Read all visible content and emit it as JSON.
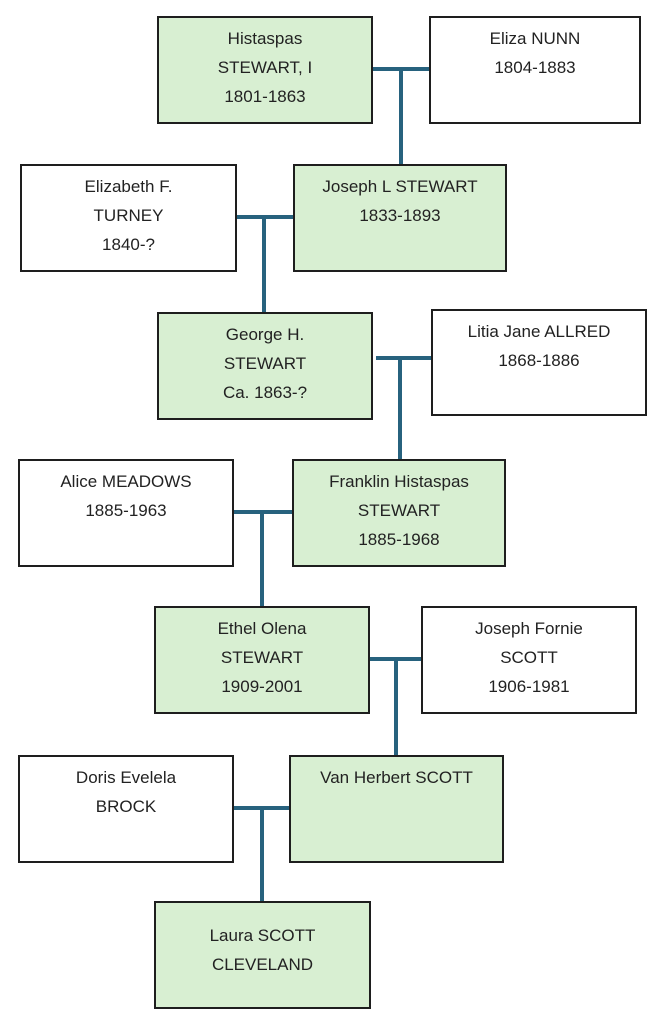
{
  "people": [
    {
      "id": "histaspas",
      "lines": [
        "Histaspas",
        "STEWART, I",
        "1801-1863"
      ],
      "lineage": true
    },
    {
      "id": "eliza",
      "lines": [
        "Eliza NUNN",
        "1804-1883"
      ],
      "lineage": false
    },
    {
      "id": "elizabeth",
      "lines": [
        "Elizabeth F.",
        "TURNEY",
        "1840-?"
      ],
      "lineage": false
    },
    {
      "id": "joseph-l",
      "lines": [
        "Joseph L STEWART",
        "1833-1893"
      ],
      "lineage": true
    },
    {
      "id": "george",
      "lines": [
        "George H.",
        "STEWART",
        "Ca. 1863-?"
      ],
      "lineage": true
    },
    {
      "id": "litia",
      "lines": [
        "Litia Jane ALLRED",
        "1868-1886"
      ],
      "lineage": false
    },
    {
      "id": "alice",
      "lines": [
        "Alice MEADOWS",
        "1885-1963"
      ],
      "lineage": false
    },
    {
      "id": "franklin",
      "lines": [
        "Franklin Histaspas",
        "STEWART",
        "1885-1968"
      ],
      "lineage": true
    },
    {
      "id": "ethel",
      "lines": [
        "Ethel Olena",
        "STEWART",
        "1909-2001"
      ],
      "lineage": true
    },
    {
      "id": "joseph-f",
      "lines": [
        "Joseph Fornie",
        "SCOTT",
        "1906-1981"
      ],
      "lineage": false
    },
    {
      "id": "doris",
      "lines": [
        "Doris Evelela",
        "BROCK"
      ],
      "lineage": false
    },
    {
      "id": "van",
      "lines": [
        "Van Herbert SCOTT"
      ],
      "lineage": true
    },
    {
      "id": "laura",
      "lines": [
        "Laura SCOTT",
        "CLEVELAND"
      ],
      "lineage": true
    }
  ],
  "colors": {
    "lineage_fill": "#d8efd2",
    "other_fill": "#ffffff",
    "connector": "#27627e",
    "border": "#1e1e1e"
  }
}
